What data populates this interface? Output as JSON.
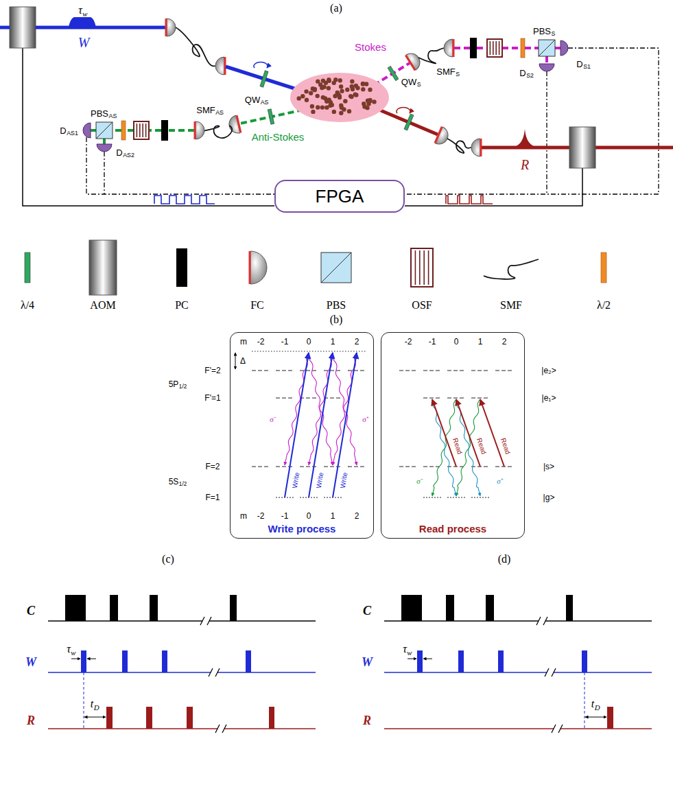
{
  "diagram": {
    "nodes": [
      {
        "text": [
          "FPGA"
        ]
      },
      {
        "text": [
          "Write process"
        ]
      },
      {
        "text": [
          "Read process"
        ]
      }
    ],
    "labels": [
      "(a)",
      "τ",
      "w",
      "W",
      "Stokes",
      "Anti-Stokes",
      "QW",
      "AS",
      "QW",
      "S",
      "SMF",
      "S",
      "PBS",
      "S",
      "D",
      "S1",
      "D",
      "S2",
      "R",
      "SMF",
      "AS",
      "PBS",
      "AS",
      "D",
      "AS1",
      "D",
      "AS2",
      "(b)",
      "m",
      "-2",
      "-1",
      "0",
      "1",
      "2",
      "-2",
      "-1",
      "0",
      "1",
      "2",
      "Δ",
      "F'=2",
      "5P",
      "1/2",
      "F'=1",
      "F=2",
      "5S",
      "1/2",
      "F=1",
      "m",
      "-2",
      "-1",
      "0",
      "1",
      "2",
      "|e₂>",
      "|e₁>",
      "|s>",
      "|g>",
      "Write",
      "Write",
      "Write",
      "Read",
      "Read",
      "Read",
      "σ⁻",
      "σ⁺",
      "σ⁻",
      "σ⁺",
      "(c)",
      "C",
      "W",
      "R",
      "τ",
      "w",
      "t",
      "D",
      "(d)",
      "C",
      "W",
      "R",
      "τ",
      "w",
      "t",
      "D"
    ],
    "legend": [
      {
        "text": "λ/4"
      },
      {
        "text": "AOM"
      },
      {
        "text": "PC"
      },
      {
        "text": "FC"
      },
      {
        "text": "PBS"
      },
      {
        "text": "OSF"
      },
      {
        "text": "SMF"
      },
      {
        "text": "λ/2"
      }
    ]
  }
}
